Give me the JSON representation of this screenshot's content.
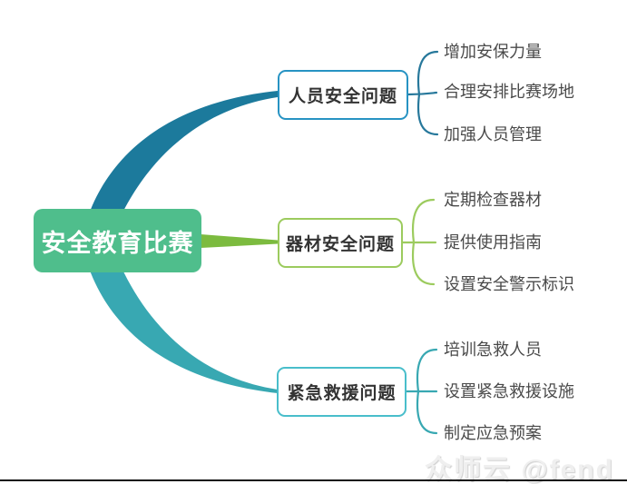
{
  "root": {
    "label": "安全教育比赛"
  },
  "branches": [
    {
      "label": "人员安全问题",
      "children": [
        "增加安保力量",
        "合理安排比赛场地",
        "加强人员管理"
      ]
    },
    {
      "label": "器材安全问题",
      "children": [
        "定期检查器材",
        "提供使用指南",
        "设置安全警示标识"
      ]
    },
    {
      "label": "紧急救援问题",
      "children": [
        "培训急救人员",
        "设置紧急救援设施",
        "制定应急预案"
      ]
    }
  ],
  "watermark": "众师云 @fend",
  "colors": {
    "root_bg": "#4FBE8C",
    "branch1_border": "#2793C3",
    "branch1_main_curve": "#1C7A9C",
    "branch1_child_lines": "#27789B",
    "branch2_border": "#9CCB5E",
    "branch2_main_line": "#7CBB3F",
    "branch2_child_lines": "#9CCB5E",
    "branch3_border": "#49BECB",
    "branch3_main_curve": "#38A8B2",
    "branch3_child_lines": "#38A8B2"
  }
}
